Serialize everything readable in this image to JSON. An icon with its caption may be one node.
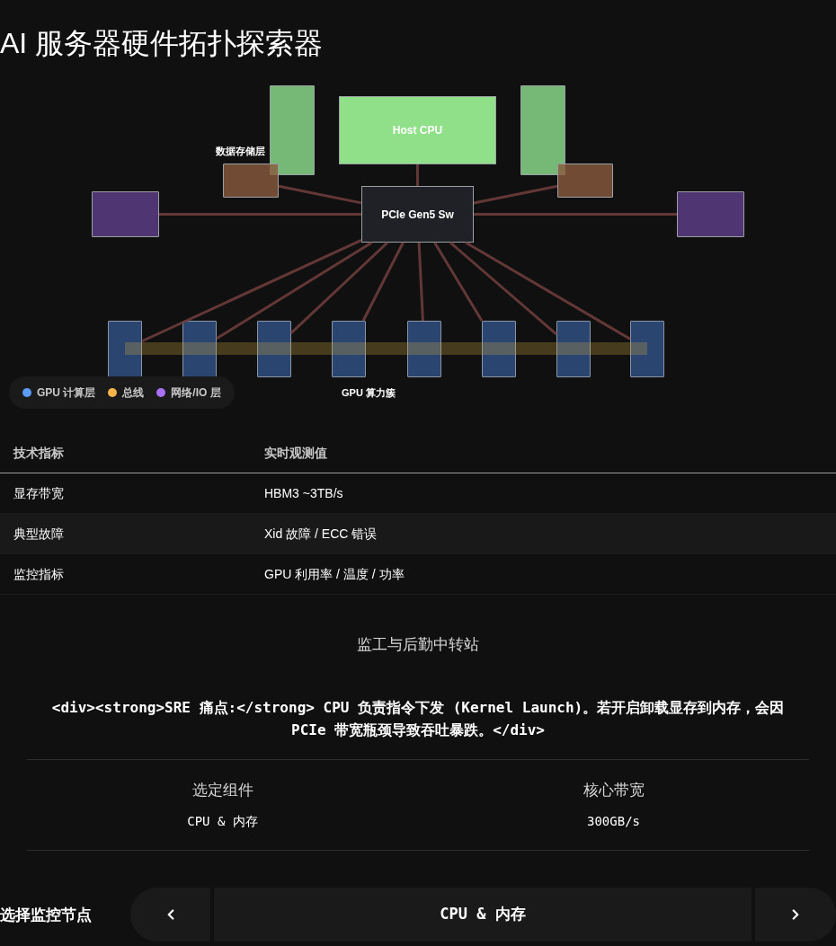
{
  "diagram": {
    "title": "AI 服务器硬件拓扑探索器",
    "nodes": [
      {
        "text": [],
        "shape": "box"
      },
      {
        "text": [
          "Host CPU"
        ]
      },
      {
        "text": [],
        "shape": "box"
      },
      {
        "text": [],
        "shape": "box"
      },
      {
        "text": [],
        "shape": "box"
      },
      {
        "text": [],
        "shape": "box"
      },
      {
        "text": [
          "PCIe Gen5 Sw"
        ]
      },
      {
        "text": [],
        "shape": "box"
      },
      {
        "text": [],
        "shape": "box"
      },
      {
        "text": [],
        "shape": "box"
      },
      {
        "text": [],
        "shape": "box"
      },
      {
        "text": [],
        "shape": "box"
      },
      {
        "text": [],
        "shape": "box"
      },
      {
        "text": [],
        "shape": "box"
      },
      {
        "text": [],
        "shape": "box"
      },
      {
        "text": [],
        "shape": "box"
      },
      {
        "text": [],
        "shape": "bar"
      }
    ],
    "edges": [
      {
        "from": 1,
        "to": 6,
        "arrow": "none"
      },
      {
        "from": 3,
        "to": 6,
        "arrow": "none"
      },
      {
        "from": 4,
        "to": 6,
        "arrow": "none"
      },
      {
        "from": 5,
        "to": 6,
        "arrow": "none"
      },
      {
        "from": 7,
        "to": 6,
        "arrow": "none"
      },
      {
        "from": 6,
        "to": 8,
        "arrow": "none"
      },
      {
        "from": 6,
        "to": 9,
        "arrow": "none"
      },
      {
        "from": 6,
        "to": 10,
        "arrow": "none"
      },
      {
        "from": 6,
        "to": 11,
        "arrow": "none"
      },
      {
        "from": 6,
        "to": 12,
        "arrow": "none"
      },
      {
        "from": 6,
        "to": 13,
        "arrow": "none"
      },
      {
        "from": 6,
        "to": 14,
        "arrow": "none"
      },
      {
        "from": 6,
        "to": 15,
        "arrow": "none"
      }
    ],
    "labels": [
      "数据存储层",
      "GPU 算力簇",
      "技术指标",
      "实时观测值",
      "显存带宽",
      "HBM3 ~3TB/s",
      "典型故障",
      "Xid 故障 / ECC 错误",
      "监控指标",
      "GPU 利用率 / 温度 / 功率",
      "监工与后勤中转站",
      "<div><strong>SRE 痛点:</strong> CPU 负责指令下发 (Kernel Launch)。若开启卸载显存到内存，会因 PCIe 带宽瓶颈导致吞吐暴跌。</div>",
      "选定组件",
      "核心带宽",
      "CPU & 内存",
      "300GB/s",
      "选择监控节点",
      "CPU & 内存"
    ],
    "legend": [
      {
        "text": "GPU 计算层",
        "color": "#5b9cf6"
      },
      {
        "text": "总线",
        "color": "#f6b44a"
      },
      {
        "text": "网络/IO 层",
        "color": "#a970f5"
      }
    ]
  }
}
